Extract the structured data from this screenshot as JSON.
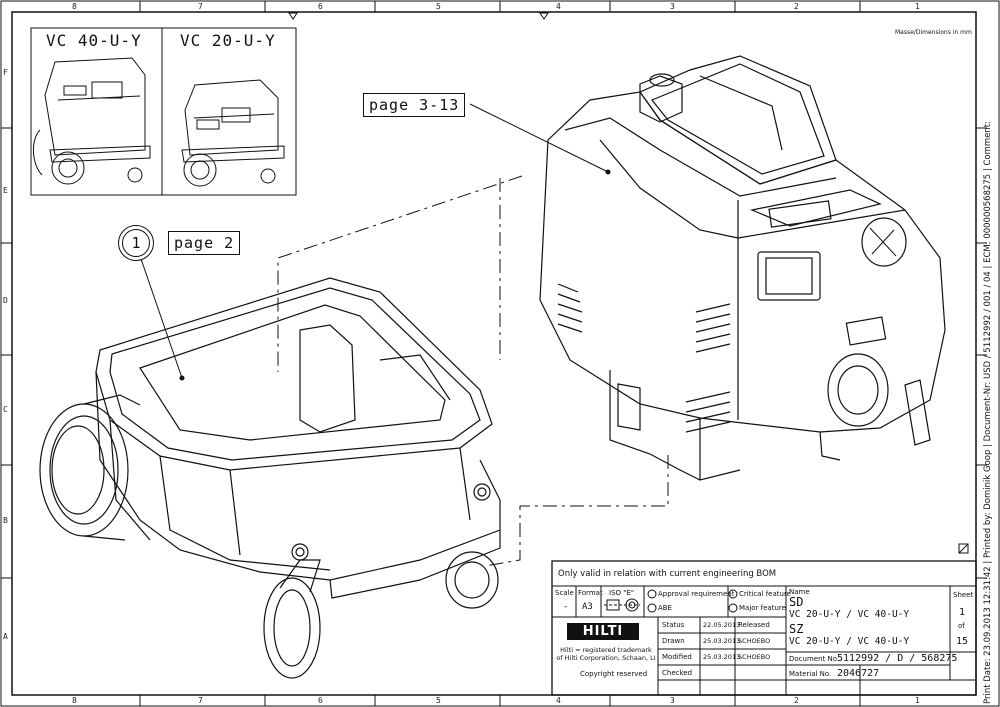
{
  "units_note": "Masse/Dimensions in mm",
  "frame": {
    "top_zones": [
      "8",
      "7",
      "6",
      "5",
      "4",
      "3",
      "2",
      "1"
    ],
    "bottom_zones": [
      "8",
      "7",
      "6",
      "5",
      "4",
      "3",
      "2",
      "1"
    ],
    "side_zones": [
      "F",
      "E",
      "D",
      "C",
      "B",
      "A"
    ]
  },
  "inset": {
    "variants": [
      "VC 40-U-Y",
      "VC 20-U-Y"
    ]
  },
  "callouts": {
    "item_number": "1",
    "page_lower": "page 2",
    "page_upper": "page 3-13"
  },
  "title_block": {
    "validity_note": "Only valid in relation with current engineering BOM",
    "scale_label": "Scale",
    "scale_value": "-",
    "format_label": "Format",
    "format_value": "A3",
    "iso_label": "ISO \"E\"",
    "approval_requirement": "Approval requirement",
    "abe": "ABE",
    "critical_feature": "Critical feature",
    "major_feature": "Major feature",
    "status_label": "Status",
    "status_date": "22.05.2013",
    "status_value": "Released",
    "drawn_label": "Drawn",
    "drawn_date": "25.03.2013",
    "drawn_by": "SCHOEBO",
    "modified_label": "Modified",
    "modified_date": "25.03.2013",
    "modified_by": "SCHOEBO",
    "checked_label": "Checked",
    "logo": "HILTI",
    "trademark_line1": "Hilti = registered trademark",
    "trademark_line2": "of Hilti Corporation, Schaan, LI",
    "copyright": "Copyright reserved",
    "name_label": "Name",
    "sd_label": "SD",
    "sd_value": "VC 20-U-Y / VC 40-U-Y",
    "sz_label": "SZ",
    "sz_value": "VC 20-U-Y / VC 40-U-Y",
    "document_no_label": "Document No.",
    "document_no_value": "5112992 / D / 568275",
    "material_no_label": "Material No.",
    "material_no_value": "2046727",
    "sheet_label": "Sheet",
    "sheet_value": "1",
    "of_label": "of",
    "sheet_total": "15"
  },
  "print_info": "Print Date: 23.09.2013 12:31:42 | Printed by: Dominik Goop | Document-Nr: USD / 5112992 / 001 / 04 | ECM: 000000568275 | Comment:"
}
